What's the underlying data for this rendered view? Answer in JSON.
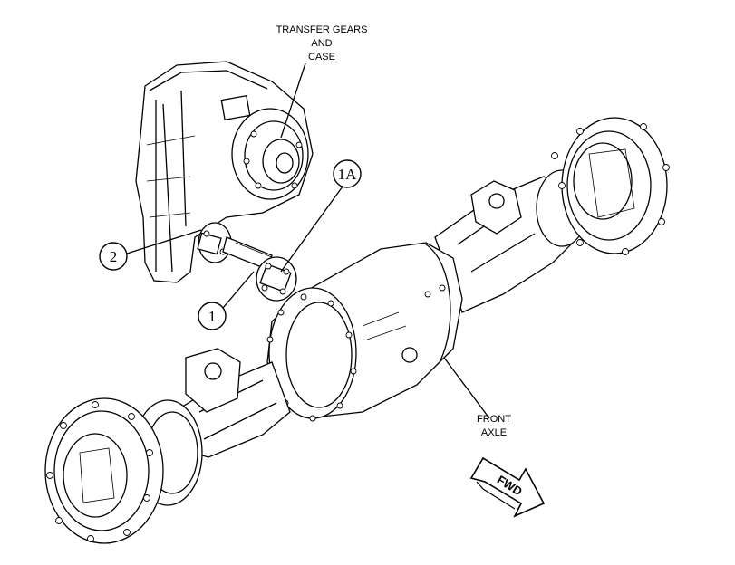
{
  "labels": {
    "transfer": [
      "TRANSFER GEARS",
      "AND",
      "CASE"
    ],
    "front_axle": [
      "FRONT",
      "AXLE"
    ],
    "fwd": "FWD"
  },
  "callouts": {
    "c1": "1",
    "c1a": "1A",
    "c2": "2"
  }
}
